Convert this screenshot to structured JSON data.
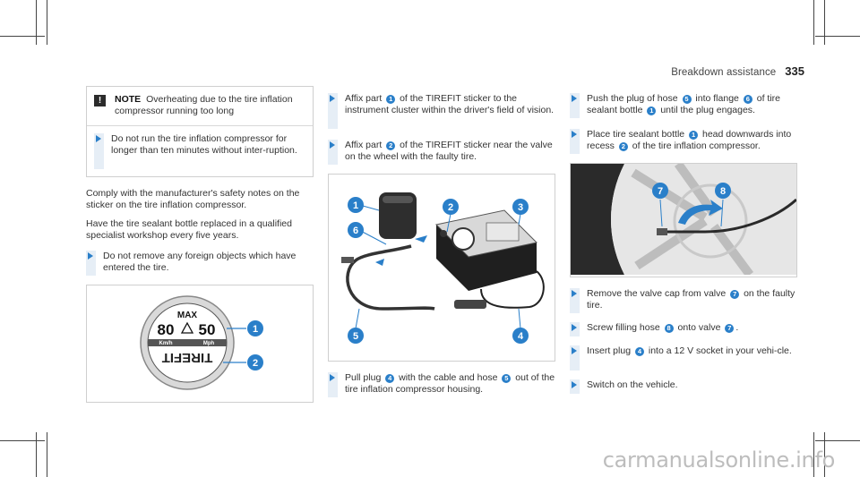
{
  "header": {
    "section": "Breakdown assistance",
    "page": "335"
  },
  "col1": {
    "note": {
      "icon": "!",
      "title": "NOTE",
      "text": "Overheating due to the tire inflation compressor running too long",
      "step": "Do not run the tire inflation compressor for longer than ten minutes without inter-ruption."
    },
    "para1": "Comply with the manufacturer's safety notes on the sticker on the tire inflation compressor.",
    "para2": "Have the tire sealant bottle replaced in a qualified specialist workshop every five years.",
    "step1": "Do not remove any foreign objects which have entered the tire.",
    "figure": {
      "max": "MAX",
      "speed_kmh": "80",
      "speed_mph": "50",
      "unit_kmh": "Km/h",
      "unit_mph": "Mph",
      "brand": "TIREFIT",
      "callouts": [
        "1",
        "2"
      ]
    }
  },
  "col2": {
    "step1": {
      "pre": "Affix part",
      "num": "1",
      "post": "of the TIREFIT sticker to the instrument cluster within the driver's field of vision."
    },
    "step2": {
      "pre": "Affix part",
      "num": "2",
      "post": "of the TIREFIT sticker near the valve on the wheel with the faulty tire."
    },
    "figure": {
      "callouts": [
        "1",
        "2",
        "3",
        "6",
        "5",
        "4"
      ]
    },
    "step3": {
      "pre": "Pull plug",
      "num1": "4",
      "mid": "with the cable and hose",
      "num2": "5",
      "post": "out of the tire inflation compressor housing."
    }
  },
  "col3": {
    "step1": {
      "pre": "Push the plug of hose",
      "num1": "5",
      "mid": "into flange",
      "num2": "6",
      "mid2": "of tire sealant bottle",
      "num3": "1",
      "post": "until the plug engages."
    },
    "step2": {
      "pre": "Place tire sealant bottle",
      "num1": "1",
      "mid": "head downwards into recess",
      "num2": "2",
      "post": "of the tire inflation compressor."
    },
    "figure": {
      "callouts": [
        "7",
        "8"
      ]
    },
    "step3": {
      "pre": "Remove the valve cap from valve",
      "num": "7",
      "post": "on the faulty tire."
    },
    "step4": {
      "pre": "Screw filling hose",
      "num1": "8",
      "mid": "onto valve",
      "num2": "7",
      "post": "."
    },
    "step5": {
      "pre": "Insert plug",
      "num": "4",
      "post": "into a 12 V socket in your vehi-cle."
    },
    "step6": {
      "text": "Switch on the vehicle."
    }
  },
  "footer": {
    "watermark": "carmanualsonline.info"
  },
  "colors": {
    "accent": "#2a7fc9",
    "step_bar": "#e6eef6",
    "border": "#cfcfcf"
  }
}
